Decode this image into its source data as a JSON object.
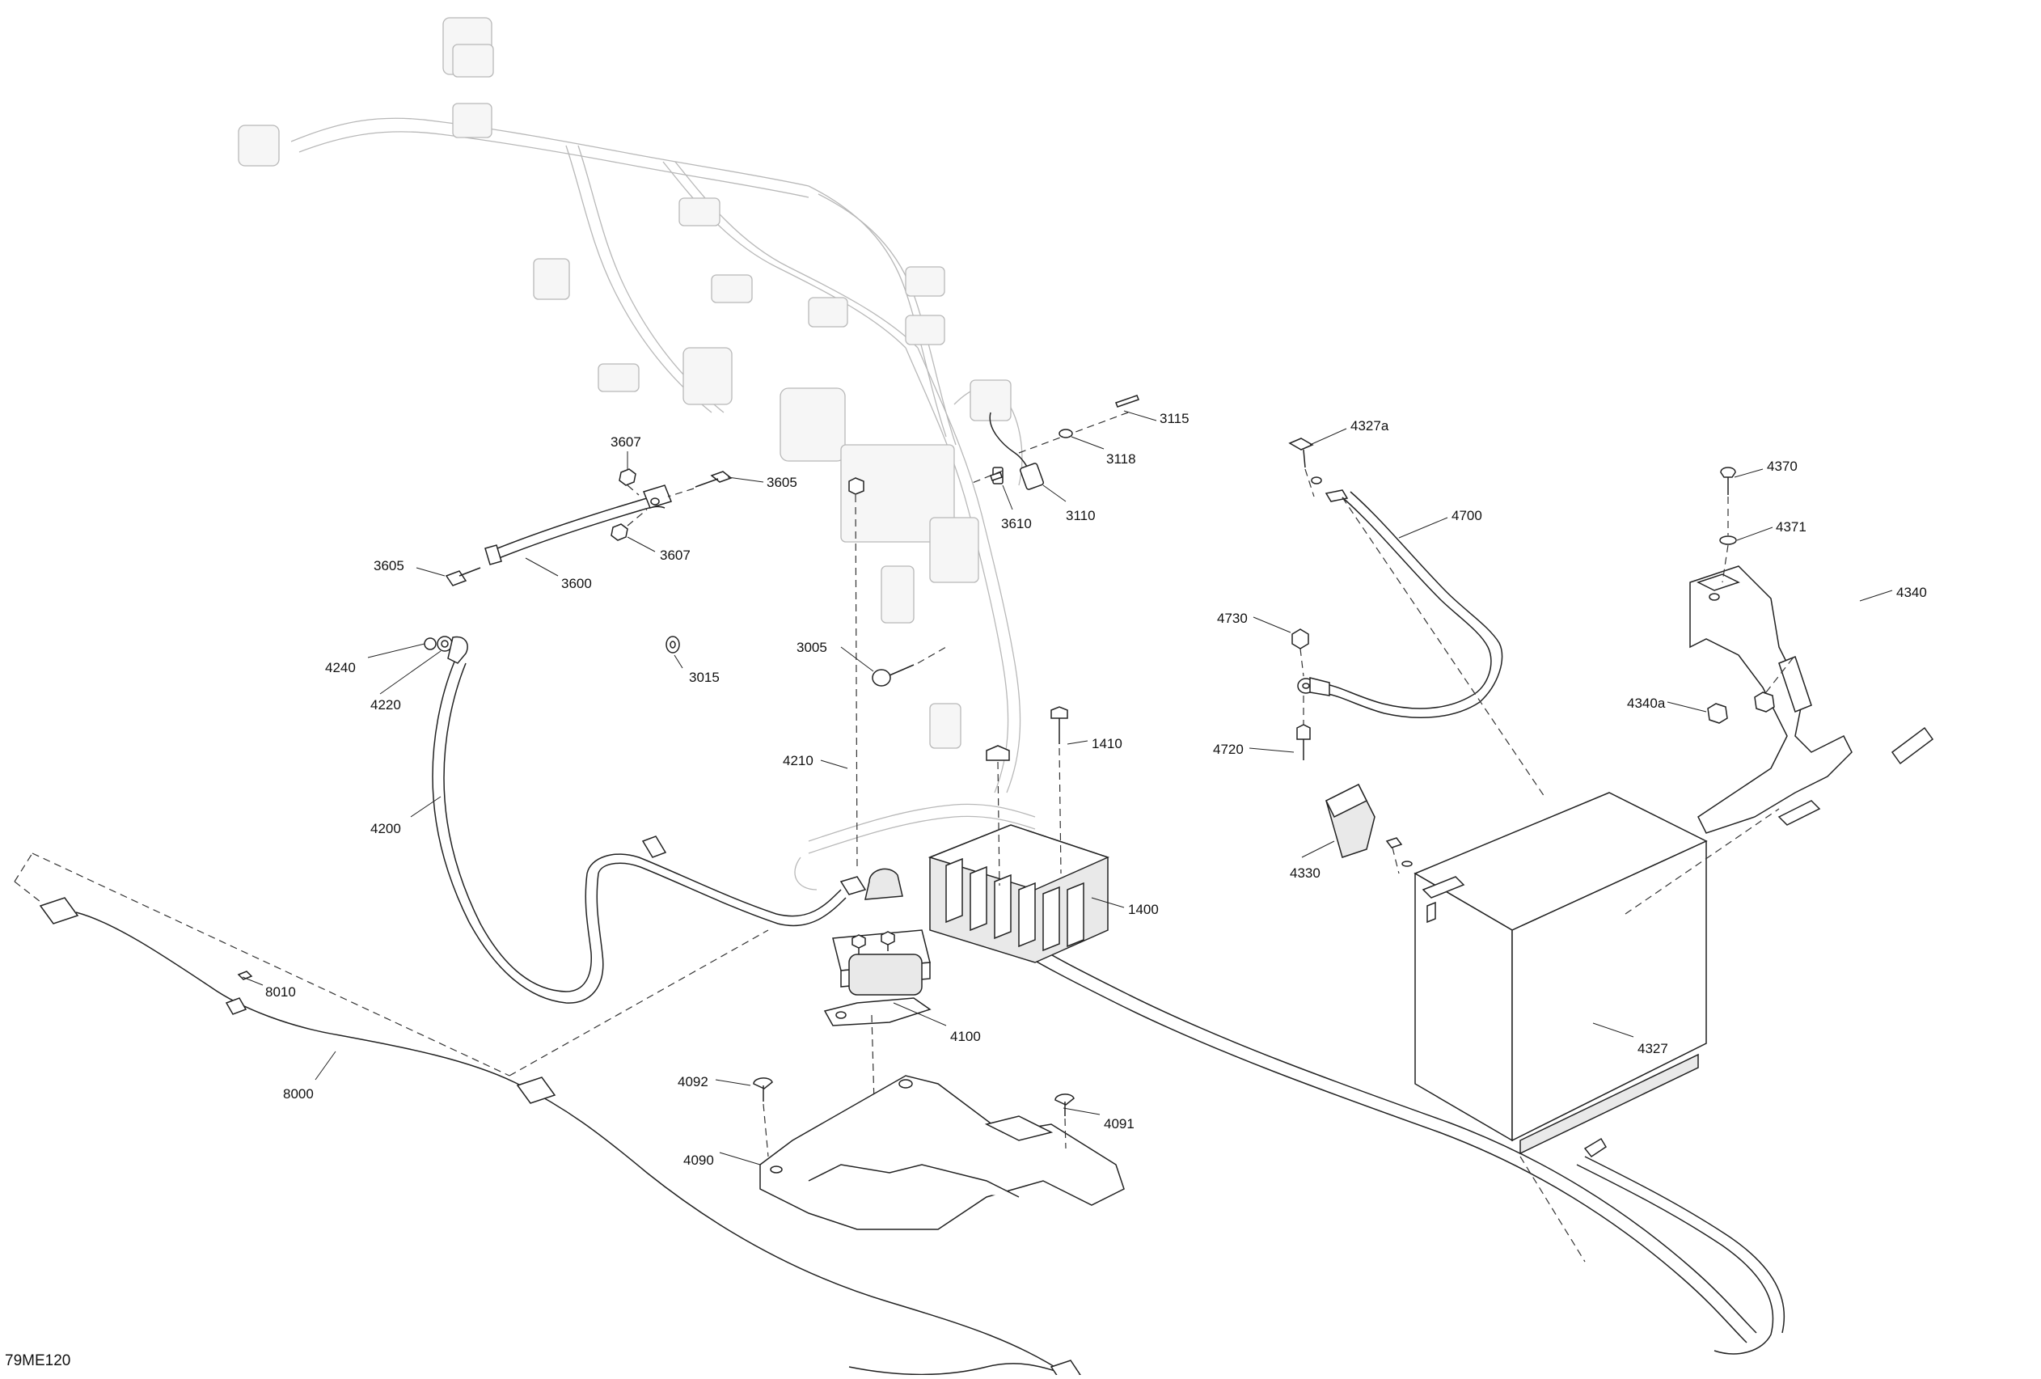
{
  "diagram_code": "79ME120",
  "callouts": [
    {
      "id": "c3115",
      "label": "3115"
    },
    {
      "id": "c3118",
      "label": "3118"
    },
    {
      "id": "c3110",
      "label": "3110"
    },
    {
      "id": "c3610",
      "label": "3610"
    },
    {
      "id": "c3607a",
      "label": "3607"
    },
    {
      "id": "c3605a",
      "label": "3605"
    },
    {
      "id": "c3607b",
      "label": "3607"
    },
    {
      "id": "c3605b",
      "label": "3605"
    },
    {
      "id": "c3600",
      "label": "3600"
    },
    {
      "id": "c4240",
      "label": "4240"
    },
    {
      "id": "c4220",
      "label": "4220"
    },
    {
      "id": "c3015",
      "label": "3015"
    },
    {
      "id": "c3005",
      "label": "3005"
    },
    {
      "id": "c4200",
      "label": "4200"
    },
    {
      "id": "c4210",
      "label": "4210"
    },
    {
      "id": "c1410",
      "label": "1410"
    },
    {
      "id": "c1400",
      "label": "1400"
    },
    {
      "id": "c4100",
      "label": "4100"
    },
    {
      "id": "c8010",
      "label": "8010"
    },
    {
      "id": "c8000",
      "label": "8000"
    },
    {
      "id": "c4092",
      "label": "4092"
    },
    {
      "id": "c4091",
      "label": "4091"
    },
    {
      "id": "c4090",
      "label": "4090"
    },
    {
      "id": "c4327a",
      "label": "4327a"
    },
    {
      "id": "c4700",
      "label": "4700"
    },
    {
      "id": "c4730",
      "label": "4730"
    },
    {
      "id": "c4720",
      "label": "4720"
    },
    {
      "id": "c4330",
      "label": "4330"
    },
    {
      "id": "c4327",
      "label": "4327"
    },
    {
      "id": "c4370",
      "label": "4370"
    },
    {
      "id": "c4371",
      "label": "4371"
    },
    {
      "id": "c4340",
      "label": "4340"
    },
    {
      "id": "c4340a",
      "label": "4340a"
    }
  ]
}
